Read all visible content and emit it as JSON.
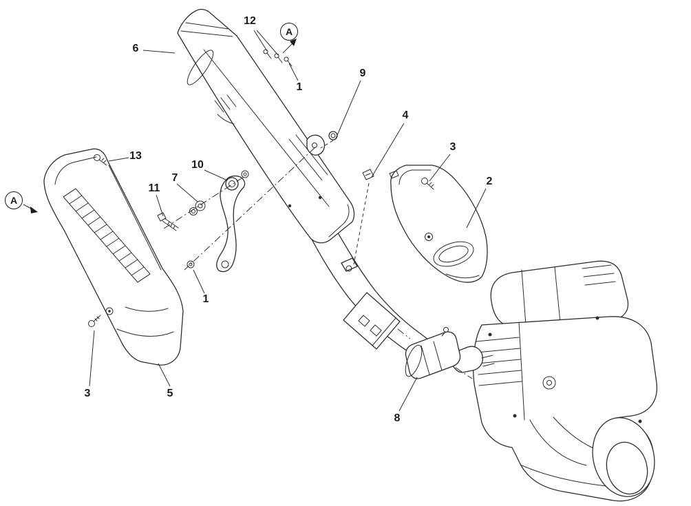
{
  "diagram": {
    "background_color": "#ffffff",
    "line_color": "#2d2d2d",
    "label_color": "#1a1a1a"
  },
  "callouts": [
    {
      "id": "6",
      "label": "6"
    },
    {
      "id": "12",
      "label": "12"
    },
    {
      "id": "1-top",
      "label": "1"
    },
    {
      "id": "9",
      "label": "9"
    },
    {
      "id": "4",
      "label": "4"
    },
    {
      "id": "3-right",
      "label": "3"
    },
    {
      "id": "2",
      "label": "2"
    },
    {
      "id": "13",
      "label": "13"
    },
    {
      "id": "10",
      "label": "10"
    },
    {
      "id": "7",
      "label": "7"
    },
    {
      "id": "11",
      "label": "11"
    },
    {
      "id": "1-mid",
      "label": "1"
    },
    {
      "id": "3-left",
      "label": "3"
    },
    {
      "id": "5",
      "label": "5"
    },
    {
      "id": "8",
      "label": "8"
    }
  ],
  "view_markers": [
    {
      "id": "a-top",
      "label": "A"
    },
    {
      "id": "a-left",
      "label": "A"
    }
  ]
}
